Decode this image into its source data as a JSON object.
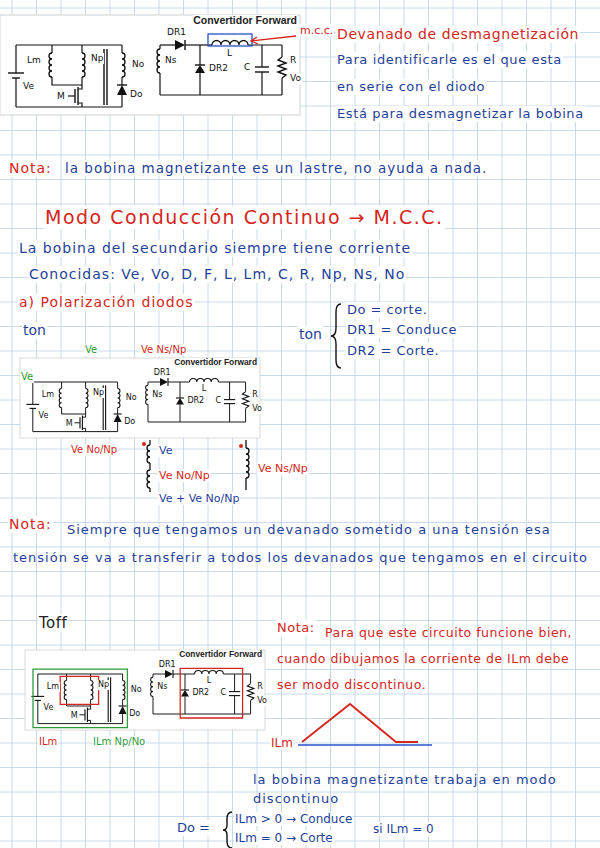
{
  "diagram": {
    "nodes": [
      {
        "text": [
          "Convertidor Forward"
        ]
      },
      {
        "text": [
          "Convertidor Forward"
        ]
      },
      {
        "text": [
          "Convertidor Forward"
        ]
      }
    ],
    "labels": [
      "Ve",
      "Lm",
      "Np",
      "No",
      "Ns",
      "DR1",
      "DR2",
      "L",
      "C",
      "R",
      "Vo",
      "M",
      "Do",
      "m.c.c.",
      "Devanado de desmagnetización",
      "Para identificarle es el que esta",
      "en serie con el diodo",
      "Está para desmagnetizar la bobina",
      "Nota:",
      "la bobina magnetizante es un lastre, no ayuda a nada.",
      "Modo Conducción Continuo → M.C.C.",
      "La bobina del secundario siempre tiene corriente",
      "Conocidas: Ve, Vo, D, F, L, Lm, C, R, Np, Ns, No",
      "a) Polarización diodos",
      "ton",
      "ton",
      "Do = corte.",
      "DR1 = Conduce",
      "DR2 = Corte.",
      "Ve",
      "Ve",
      "Ve Ns/Np",
      "Ve",
      "Lm",
      "Np",
      "No",
      "Ns",
      "DR1",
      "DR2",
      "L",
      "C",
      "R",
      "Vo",
      "M",
      "Do",
      "Ve No/Np",
      "Ve",
      "Ve No/Np",
      "Ve + Ve No/Np",
      "Ve Ns/Np",
      "Nota:",
      "Siempre que tengamos un devanado sometido a una tensión esa tensión se va a transferir a todos los devanados que tengamos en el circuito",
      "Toff",
      "Ve",
      "Lm",
      "Np",
      "No",
      "Ns",
      "DR1",
      "DR2",
      "L",
      "C",
      "R",
      "Vo",
      "M",
      "Do",
      "ILm",
      "ILm Np/No",
      "Nota:",
      "Para que este circuito funcione bien, cuando dibujamos la corriente de ILm debe ser modo discontinuo.",
      "ILm",
      "la bobina magnetizante trabaja en modo discontinuo",
      "Do =",
      "ILm > 0 → Conduce",
      "ILm = 0 → Corte",
      "si ILm = 0"
    ]
  }
}
